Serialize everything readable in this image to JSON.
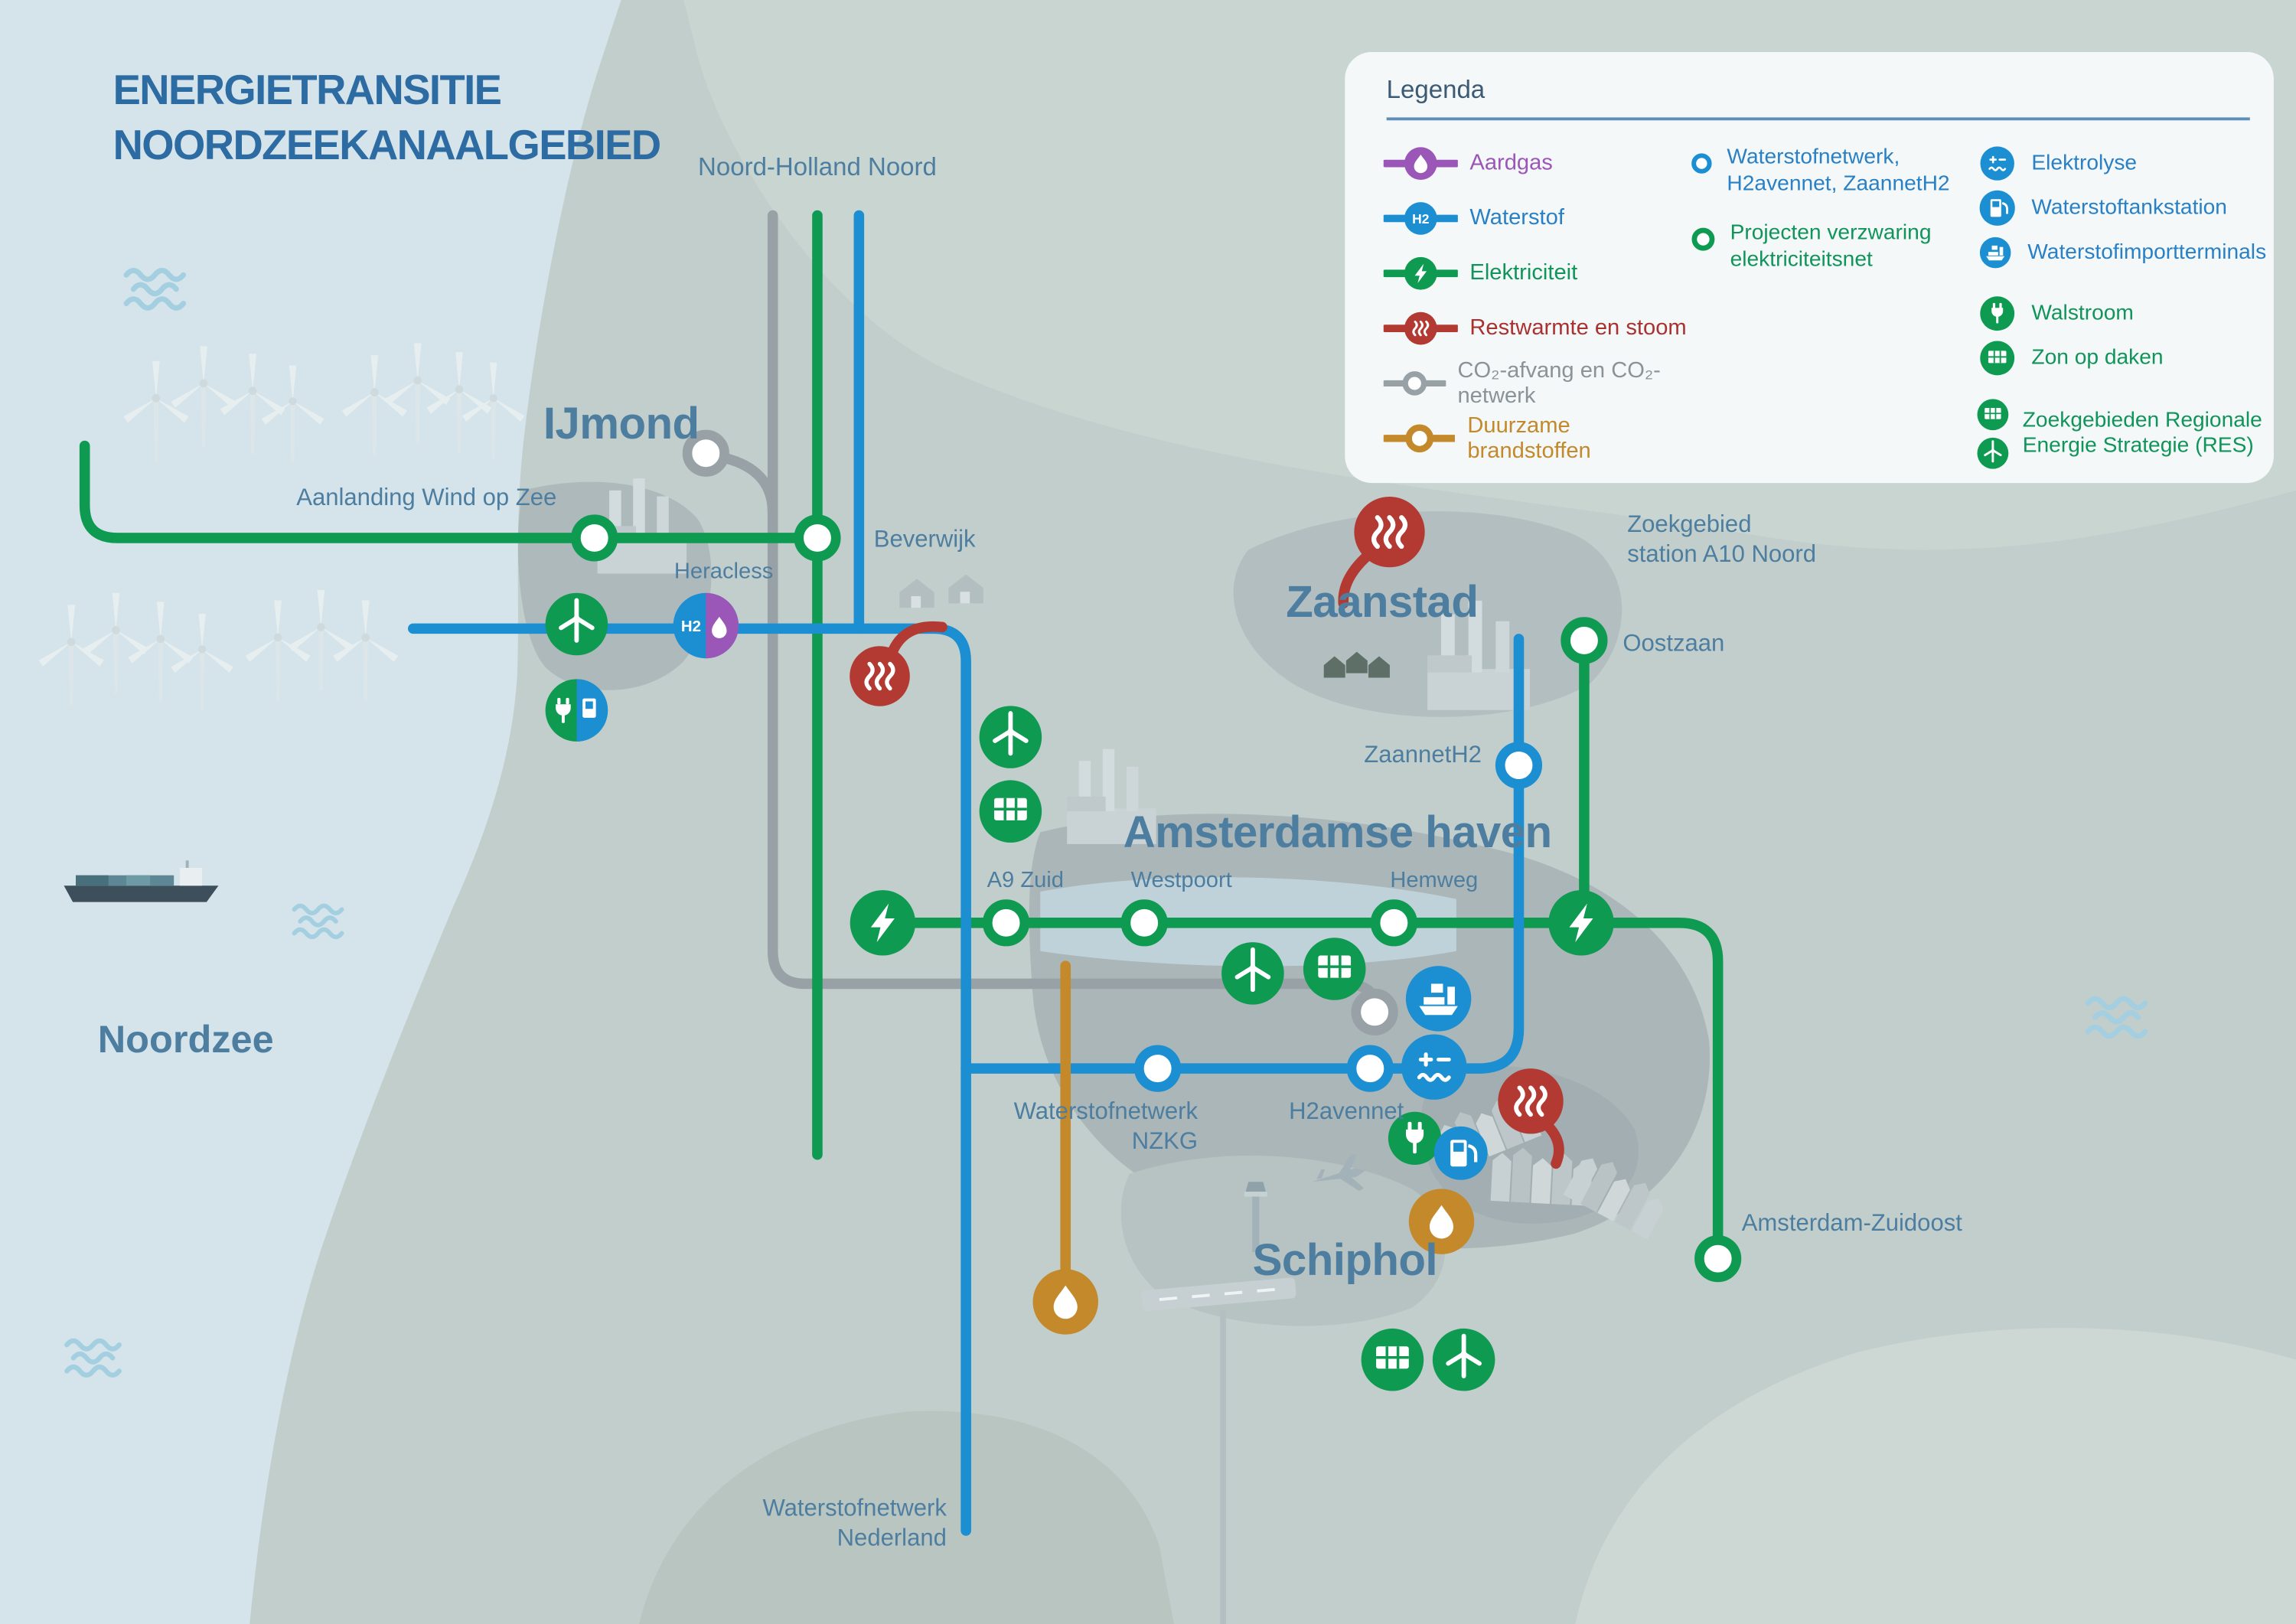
{
  "title": {
    "line1": "ENERGIETRANSITIE",
    "line2": "NOORDZEEKANAALGEBIED"
  },
  "legend": {
    "title": "Legenda",
    "line_items": [
      {
        "label": "Aardgas",
        "icon": "gas-flame-icon",
        "color_key": "aardgas"
      },
      {
        "label": "Waterstof",
        "icon": "h2-badge-icon",
        "color_key": "waterstof"
      },
      {
        "label": "Elektriciteit",
        "icon": "lightning-icon",
        "color_key": "elektriciteit"
      },
      {
        "label": "Restwarmte en stoom",
        "icon": "steam-icon",
        "color_key": "restwarmte"
      },
      {
        "label": "CO₂-afvang en CO₂-netwerk",
        "icon": "open-node-icon",
        "color_key": "co2"
      },
      {
        "label": "Duurzame brandstoffen",
        "icon": "open-node-icon",
        "color_key": "duurzame_brandstoffen"
      }
    ],
    "network_items": [
      {
        "label": "Waterstofnetwerk, H2avennet, ZaannetH2",
        "icon": "open-ring-icon",
        "color_key": "waterstof"
      },
      {
        "label": "Projecten verzwaring elektriciteitsnet",
        "icon": "open-ring-icon",
        "color_key": "elektriciteit"
      }
    ],
    "point_items": [
      {
        "label": "Elektrolyse",
        "icon": "electrolysis-icon"
      },
      {
        "label": "Waterstoftankstation",
        "icon": "hydrogen-fuel-pump-icon"
      },
      {
        "label": "Waterstofimportterminals",
        "icon": "hydrogen-import-ship-icon"
      },
      {
        "label": "Walstroom",
        "icon": "shore-power-plug-icon"
      },
      {
        "label": "Zon op daken",
        "icon": "rooftop-solar-icon"
      },
      {
        "label": "Zoekgebieden Regionale Energie Strategie (RES)",
        "icon": "solar-and-wind-icons"
      }
    ]
  },
  "map": {
    "labels": {
      "noord_holland_noord": "Noord-Holland Noord",
      "ijmond": "IJmond",
      "aanlanding_wind_op_zee": "Aanlanding Wind op Zee",
      "heracless": "Heracless",
      "beverwijk": "Beverwijk",
      "zaanstad": "Zaanstad",
      "zoekgebied_a10_line1": "Zoekgebied",
      "zoekgebied_a10_line2": "station A10 Noord",
      "oostzaan": "Oostzaan",
      "zaannet_h2": "ZaannetH2",
      "amsterdamse_haven": "Amsterdamse haven",
      "a9_zuid": "A9 Zuid",
      "westpoort": "Westpoort",
      "hemweg": "Hemweg",
      "waterstofnetwerk_nzkg_line1": "Waterstofnetwerk",
      "waterstofnetwerk_nzkg_line2": "NZKG",
      "h2avennet": "H2avennet",
      "schiphol": "Schiphol",
      "amsterdam_zuidoost": "Amsterdam-Zuidoost",
      "waterstofnetwerk_nederland_line1": "Waterstofnetwerk",
      "waterstofnetwerk_nederland_line2": "Nederland",
      "noordzee": "Noordzee"
    }
  },
  "icons": {
    "h2_text": "H2",
    "names": [
      "wind-turbine-icon",
      "rooftop-solar-icon",
      "lightning-icon",
      "steam-icon",
      "droplet-icon",
      "shore-power-plug-icon",
      "hydrogen-fuel-pump-icon",
      "hydrogen-import-ship-icon",
      "electrolysis-icon",
      "h2-badge-icon",
      "gas-flame-icon",
      "open-node-icon",
      "open-ring-icon"
    ]
  },
  "colors": {
    "aardgas": "#9a57b8",
    "waterstof": "#1b8fd2",
    "elektriciteit": "#0f9a52",
    "restwarmte": "#b23a32",
    "co2": "#98a2a6",
    "duurzame_brandstoffen": "#c3892b",
    "map_label": "#4d7ea0",
    "title": "#2d6ba3",
    "sea": "#d5e4ea",
    "land": "#c2cecb"
  }
}
